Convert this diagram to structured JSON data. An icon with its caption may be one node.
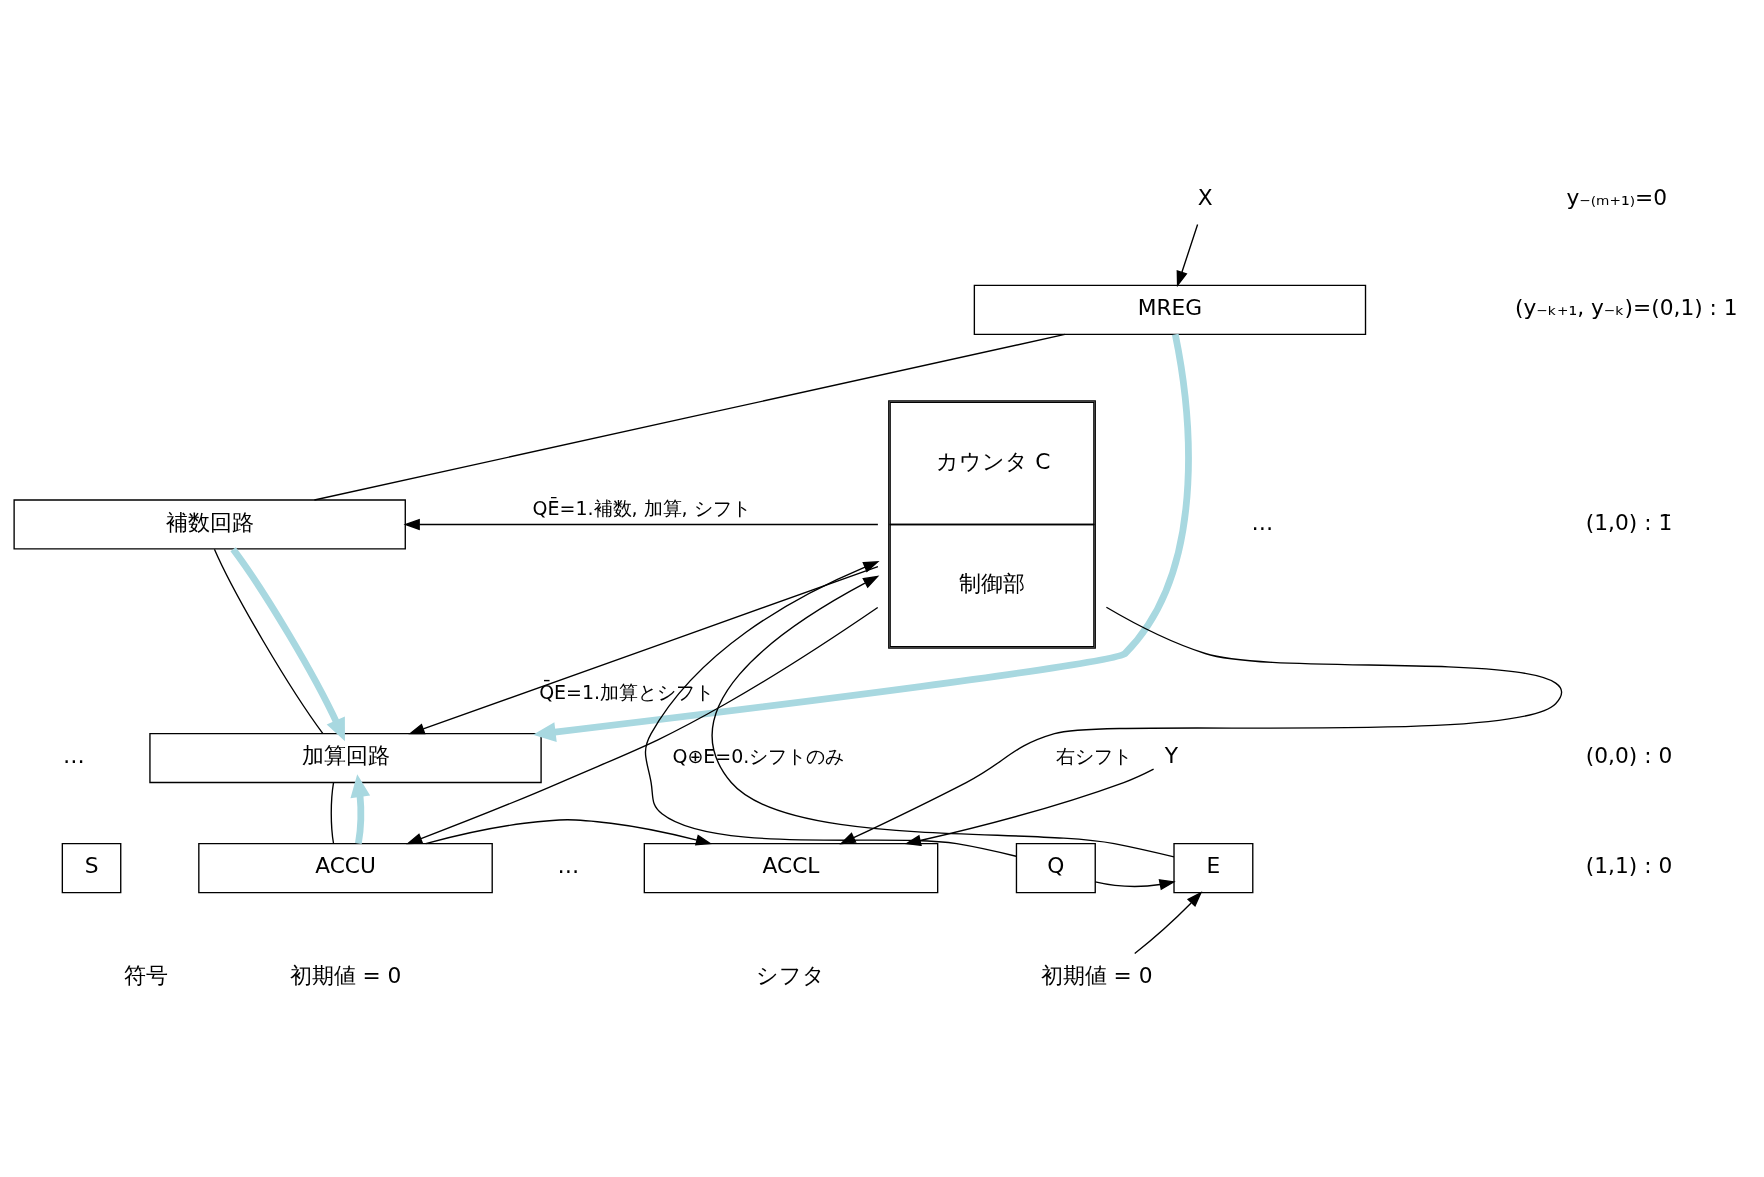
{
  "diagram": {
    "nodes": [
      {
        "text": [
          "X"
        ]
      },
      {
        "text": [
          "MREG"
        ]
      },
      {
        "text": [
          "補数回路"
        ]
      },
      {
        "text": [
          "加算回路"
        ]
      },
      {
        "text": [
          "S"
        ]
      },
      {
        "text": [
          "ACCU"
        ]
      },
      {
        "text": [
          "ACCL"
        ]
      },
      {
        "text": [
          "Q"
        ]
      },
      {
        "text": [
          "E"
        ]
      },
      {
        "text": [
          "カウンタ C",
          "制御部"
        ]
      },
      {
        "text": [
          "Y"
        ]
      },
      {
        "text": [
          "初期値 = 0"
        ]
      }
    ],
    "edges": [
      {
        "from": 0,
        "to": 1,
        "arrow": "to"
      },
      {
        "from": 1,
        "to": 2,
        "arrow": "none"
      },
      {
        "from": 2,
        "to": 3,
        "arrow": "none"
      },
      {
        "from": 3,
        "to": 5,
        "arrow": "none"
      },
      {
        "from": 1,
        "to": 3,
        "arrow": "to",
        "style": "thick",
        "color": "#a8d8e0"
      },
      {
        "from": 2,
        "to": 3,
        "arrow": "to",
        "style": "thick",
        "color": "#a8d8e0"
      },
      {
        "from": 5,
        "to": 3,
        "arrow": "to",
        "style": "thick",
        "color": "#a8d8e0"
      },
      {
        "from": 9,
        "to": 2,
        "arrow": "to",
        "label": "QĒ=1.補数, 加算, シフト"
      },
      {
        "from": 9,
        "to": 3,
        "arrow": "to",
        "label": "Q̄E=1.加算とシフト"
      },
      {
        "from": 9,
        "to": 5,
        "arrow": "to",
        "label": "Q⊕E=0.シフトのみ"
      },
      {
        "from": 9,
        "to": 6,
        "arrow": "to",
        "label": "右シフト"
      },
      {
        "from": 10,
        "to": 6,
        "arrow": "to"
      },
      {
        "from": 5,
        "to": 6,
        "arrow": "to"
      },
      {
        "from": 7,
        "to": 8,
        "arrow": "to"
      },
      {
        "from": 7,
        "to": 9,
        "arrow": "to"
      },
      {
        "from": 8,
        "to": 9,
        "arrow": "to"
      },
      {
        "from": 11,
        "to": 8,
        "arrow": "to"
      }
    ],
    "labels": [
      "y₋₍ₘ₊₁₎=0",
      "(y₋ₖ₊₁, y₋ₖ)=(0,1) : 1",
      "(1,0) : 1̄",
      "(0,0) : 0",
      "(1,1) : 0",
      "…",
      "…",
      "…",
      "符号",
      "初期値 = 0",
      "シフタ"
    ]
  }
}
